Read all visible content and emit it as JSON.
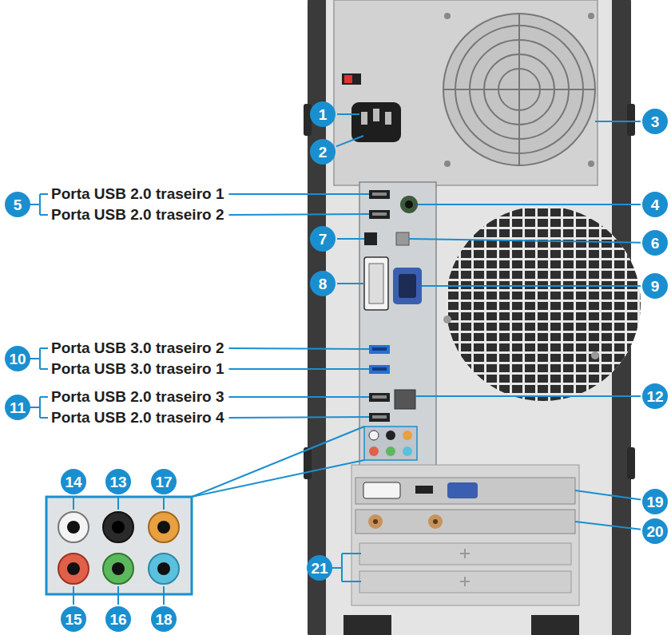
{
  "diagram": {
    "labels": [
      "1",
      "2",
      "3",
      "5",
      "Porta USB 2.0 traseiro 1",
      "Porta USB 2.0 traseiro 2",
      "4",
      "7",
      "6",
      "8",
      "9",
      "10",
      "Porta USB 3.0 traseiro 2",
      "Porta USB 3.0 traseiro 1",
      "11",
      "Porta USB 2.0 traseiro 3",
      "Porta USB 2.0 traseiro 4",
      "12",
      "14",
      "13",
      "17",
      "19",
      "20",
      "21",
      "15",
      "16",
      "18"
    ]
  }
}
